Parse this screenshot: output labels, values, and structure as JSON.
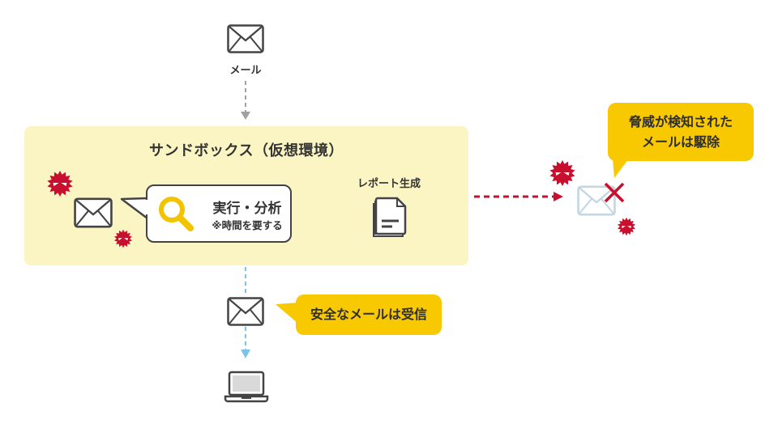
{
  "top": {
    "mail_label": "メール"
  },
  "sandbox": {
    "title": "サンドボックス（仮想環境）",
    "analysis": {
      "title": "実行・分析",
      "note": "※時間を要する"
    },
    "report": {
      "label": "レポート生成"
    }
  },
  "threat_callout": {
    "line1": "脅威が検知された",
    "line2": "メールは駆除"
  },
  "safe_callout": {
    "text": "安全なメールは受信"
  },
  "colors": {
    "sandbox_bg": "#fbf5c4",
    "callout": "#f8c800",
    "virus": "#c8102e",
    "safe_arrow": "#7cc4ea",
    "threat_arrow": "#c8102e",
    "gray_arrow": "#a0a0a0",
    "icon_stroke": "#444444",
    "magnifier": "#f2c400"
  },
  "icons": [
    "envelope-icon",
    "virus-icon",
    "magnifier-icon",
    "report-document-icon",
    "cross-icon",
    "laptop-icon"
  ]
}
